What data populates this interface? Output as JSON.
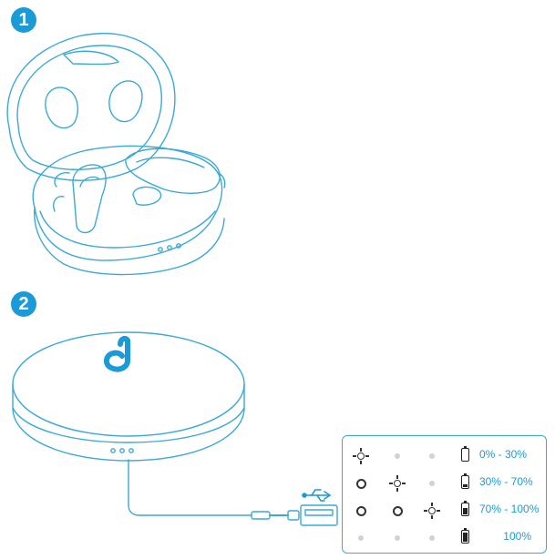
{
  "steps": [
    {
      "number": "1"
    },
    {
      "number": "2"
    }
  ],
  "colors": {
    "accent": "#1a9ad6",
    "line": "#3aa9d8",
    "indicator_off": "#d0d3d6",
    "indicator_on": "#333333"
  },
  "icons": {
    "brand_logo": "soundcore-logo",
    "usb": "usb-icon",
    "battery": "battery-icon"
  },
  "legend": {
    "rows": [
      {
        "leds": [
          "blink",
          "off",
          "off"
        ],
        "battery_fraction": 0.0,
        "range": "0% - 30%"
      },
      {
        "leds": [
          "solid",
          "blink",
          "off"
        ],
        "battery_fraction": 0.3,
        "range": "30% - 70%"
      },
      {
        "leds": [
          "solid",
          "solid",
          "blink"
        ],
        "battery_fraction": 0.7,
        "range": "70% - 100%"
      },
      {
        "leds": [
          "off",
          "off",
          "off"
        ],
        "battery_fraction": 1.0,
        "range": "100%"
      }
    ]
  }
}
